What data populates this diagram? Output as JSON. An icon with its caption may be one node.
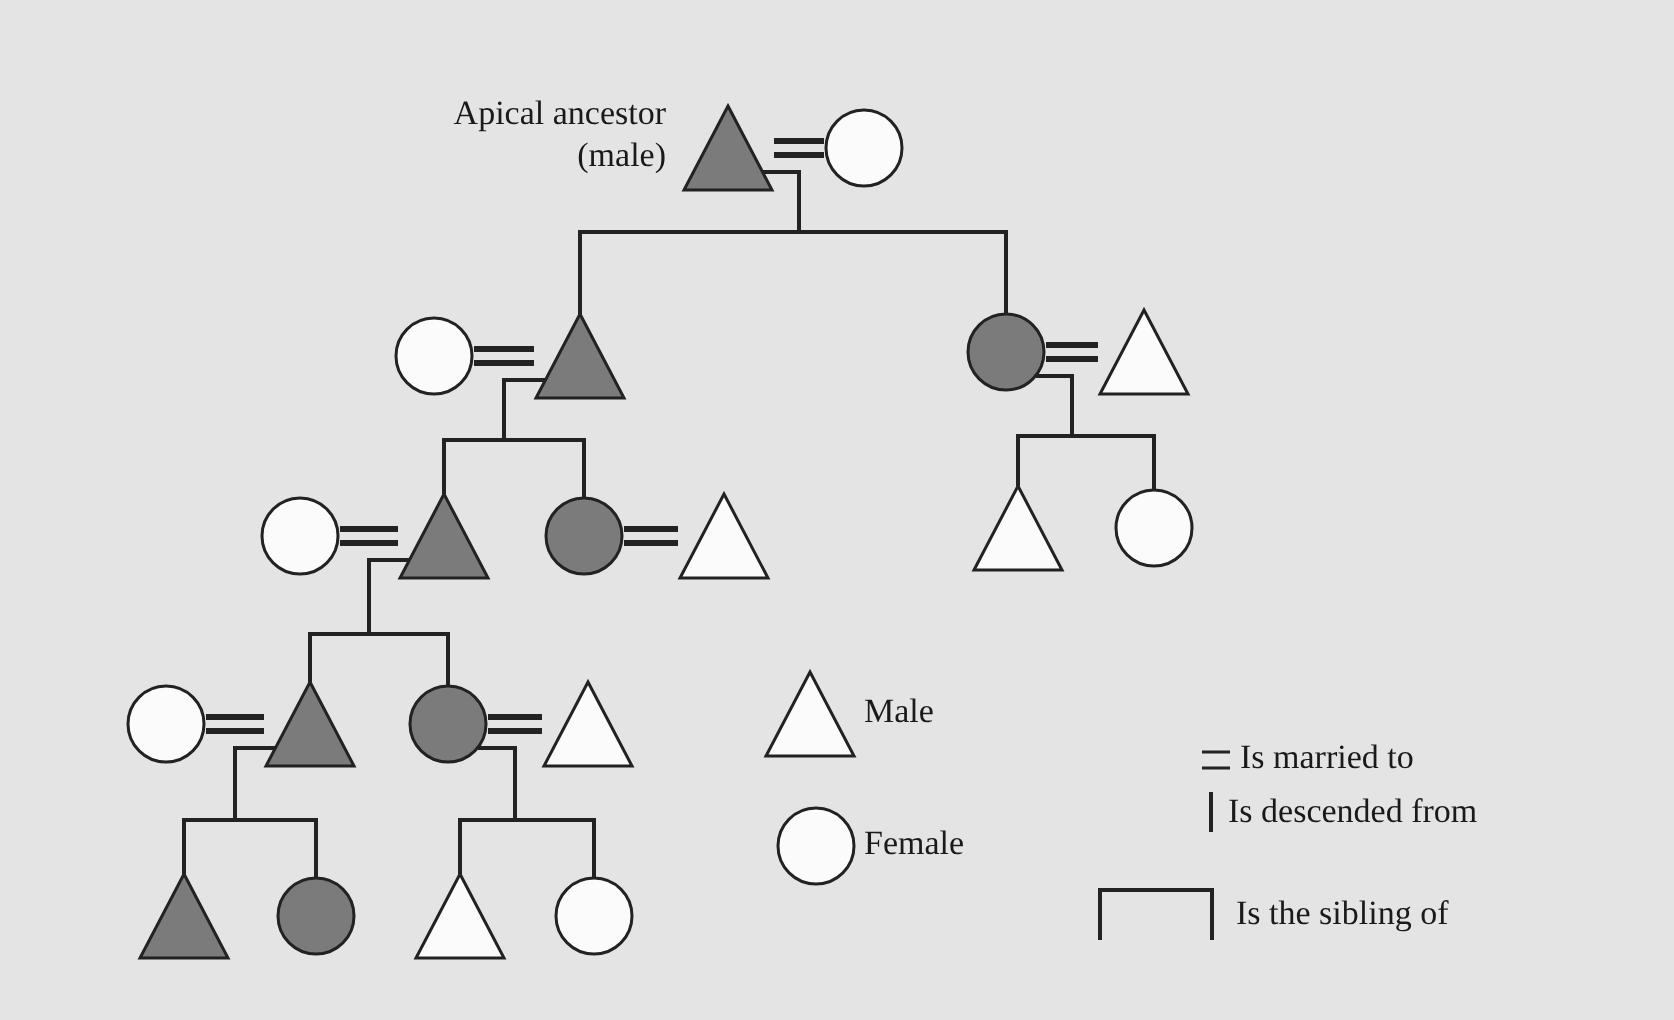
{
  "diagram": {
    "nodes": [
      {
        "text": [],
        "shape": "triangle",
        "beside": [
          "Apical ancestor (male)"
        ]
      },
      {
        "text": [],
        "shape": "circle"
      },
      {
        "text": [],
        "shape": "circle"
      },
      {
        "text": [],
        "shape": "triangle"
      },
      {
        "text": [],
        "shape": "circle"
      },
      {
        "text": [],
        "shape": "triangle"
      },
      {
        "text": [],
        "shape": "circle"
      },
      {
        "text": [],
        "shape": "triangle"
      },
      {
        "text": [],
        "shape": "circle"
      },
      {
        "text": [],
        "shape": "triangle"
      },
      {
        "text": [],
        "shape": "triangle"
      },
      {
        "text": [],
        "shape": "circle"
      },
      {
        "text": [],
        "shape": "circle"
      },
      {
        "text": [],
        "shape": "triangle"
      },
      {
        "text": [],
        "shape": "circle"
      },
      {
        "text": [],
        "shape": "triangle"
      },
      {
        "text": [],
        "shape": "triangle"
      },
      {
        "text": [],
        "shape": "circle"
      },
      {
        "text": [],
        "shape": "triangle"
      },
      {
        "text": [],
        "shape": "circle"
      }
    ],
    "edges": [
      {
        "from": 0,
        "to": 1,
        "arrow": "none"
      },
      {
        "from": 2,
        "to": 3,
        "arrow": "none"
      },
      {
        "from": 4,
        "to": 5,
        "arrow": "none"
      },
      {
        "from": 6,
        "to": 7,
        "arrow": "none"
      },
      {
        "from": 8,
        "to": 9,
        "arrow": "none"
      },
      {
        "from": 12,
        "to": 13,
        "arrow": "none"
      },
      {
        "from": 14,
        "to": 15,
        "arrow": "none"
      },
      {
        "from": 0,
        "to": 3,
        "arrow": "none"
      },
      {
        "from": 0,
        "to": 4,
        "arrow": "none"
      },
      {
        "from": 3,
        "to": 7,
        "arrow": "none"
      },
      {
        "from": 3,
        "to": 8,
        "arrow": "none"
      },
      {
        "from": 4,
        "to": 10,
        "arrow": "none"
      },
      {
        "from": 4,
        "to": 11,
        "arrow": "none"
      },
      {
        "from": 7,
        "to": 13,
        "arrow": "none"
      },
      {
        "from": 7,
        "to": 14,
        "arrow": "none"
      },
      {
        "from": 13,
        "to": 16,
        "arrow": "none"
      },
      {
        "from": 13,
        "to": 17,
        "arrow": "none"
      },
      {
        "from": 14,
        "to": 18,
        "arrow": "none"
      },
      {
        "from": 14,
        "to": 19,
        "arrow": "none"
      }
    ],
    "legend": [
      {
        "text": "Male"
      },
      {
        "text": "Female"
      },
      {
        "text": "Is married to"
      },
      {
        "text": "Is descended from"
      },
      {
        "text": "Is the sibling of"
      }
    ]
  }
}
